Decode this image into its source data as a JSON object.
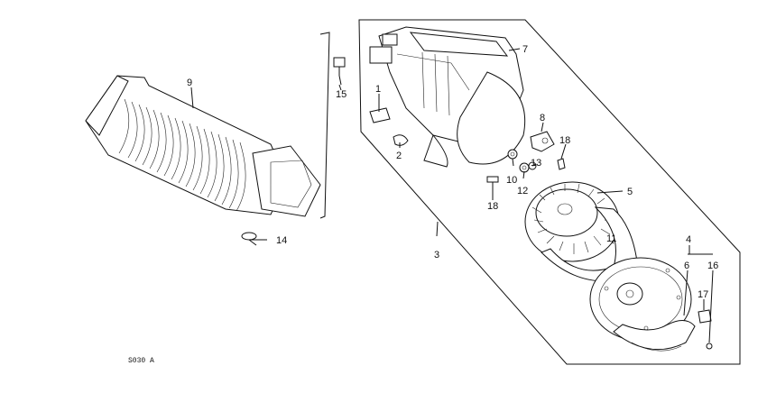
{
  "callouts": [
    {
      "id": "1",
      "label": "1"
    },
    {
      "id": "2",
      "label": "2"
    },
    {
      "id": "3",
      "label": "3"
    },
    {
      "id": "4",
      "label": "4"
    },
    {
      "id": "5",
      "label": "5"
    },
    {
      "id": "6",
      "label": "6"
    },
    {
      "id": "7",
      "label": "7"
    },
    {
      "id": "8",
      "label": "8"
    },
    {
      "id": "9",
      "label": "9"
    },
    {
      "id": "10",
      "label": "10"
    },
    {
      "id": "11",
      "label": "11"
    },
    {
      "id": "12",
      "label": "12"
    },
    {
      "id": "13",
      "label": "13"
    },
    {
      "id": "14",
      "label": "14"
    },
    {
      "id": "15",
      "label": "15"
    },
    {
      "id": "16",
      "label": "16"
    },
    {
      "id": "17",
      "label": "17"
    },
    {
      "id": "18a",
      "label": "18"
    },
    {
      "id": "18b",
      "label": "18"
    }
  ],
  "diagram_code": "S030 A"
}
